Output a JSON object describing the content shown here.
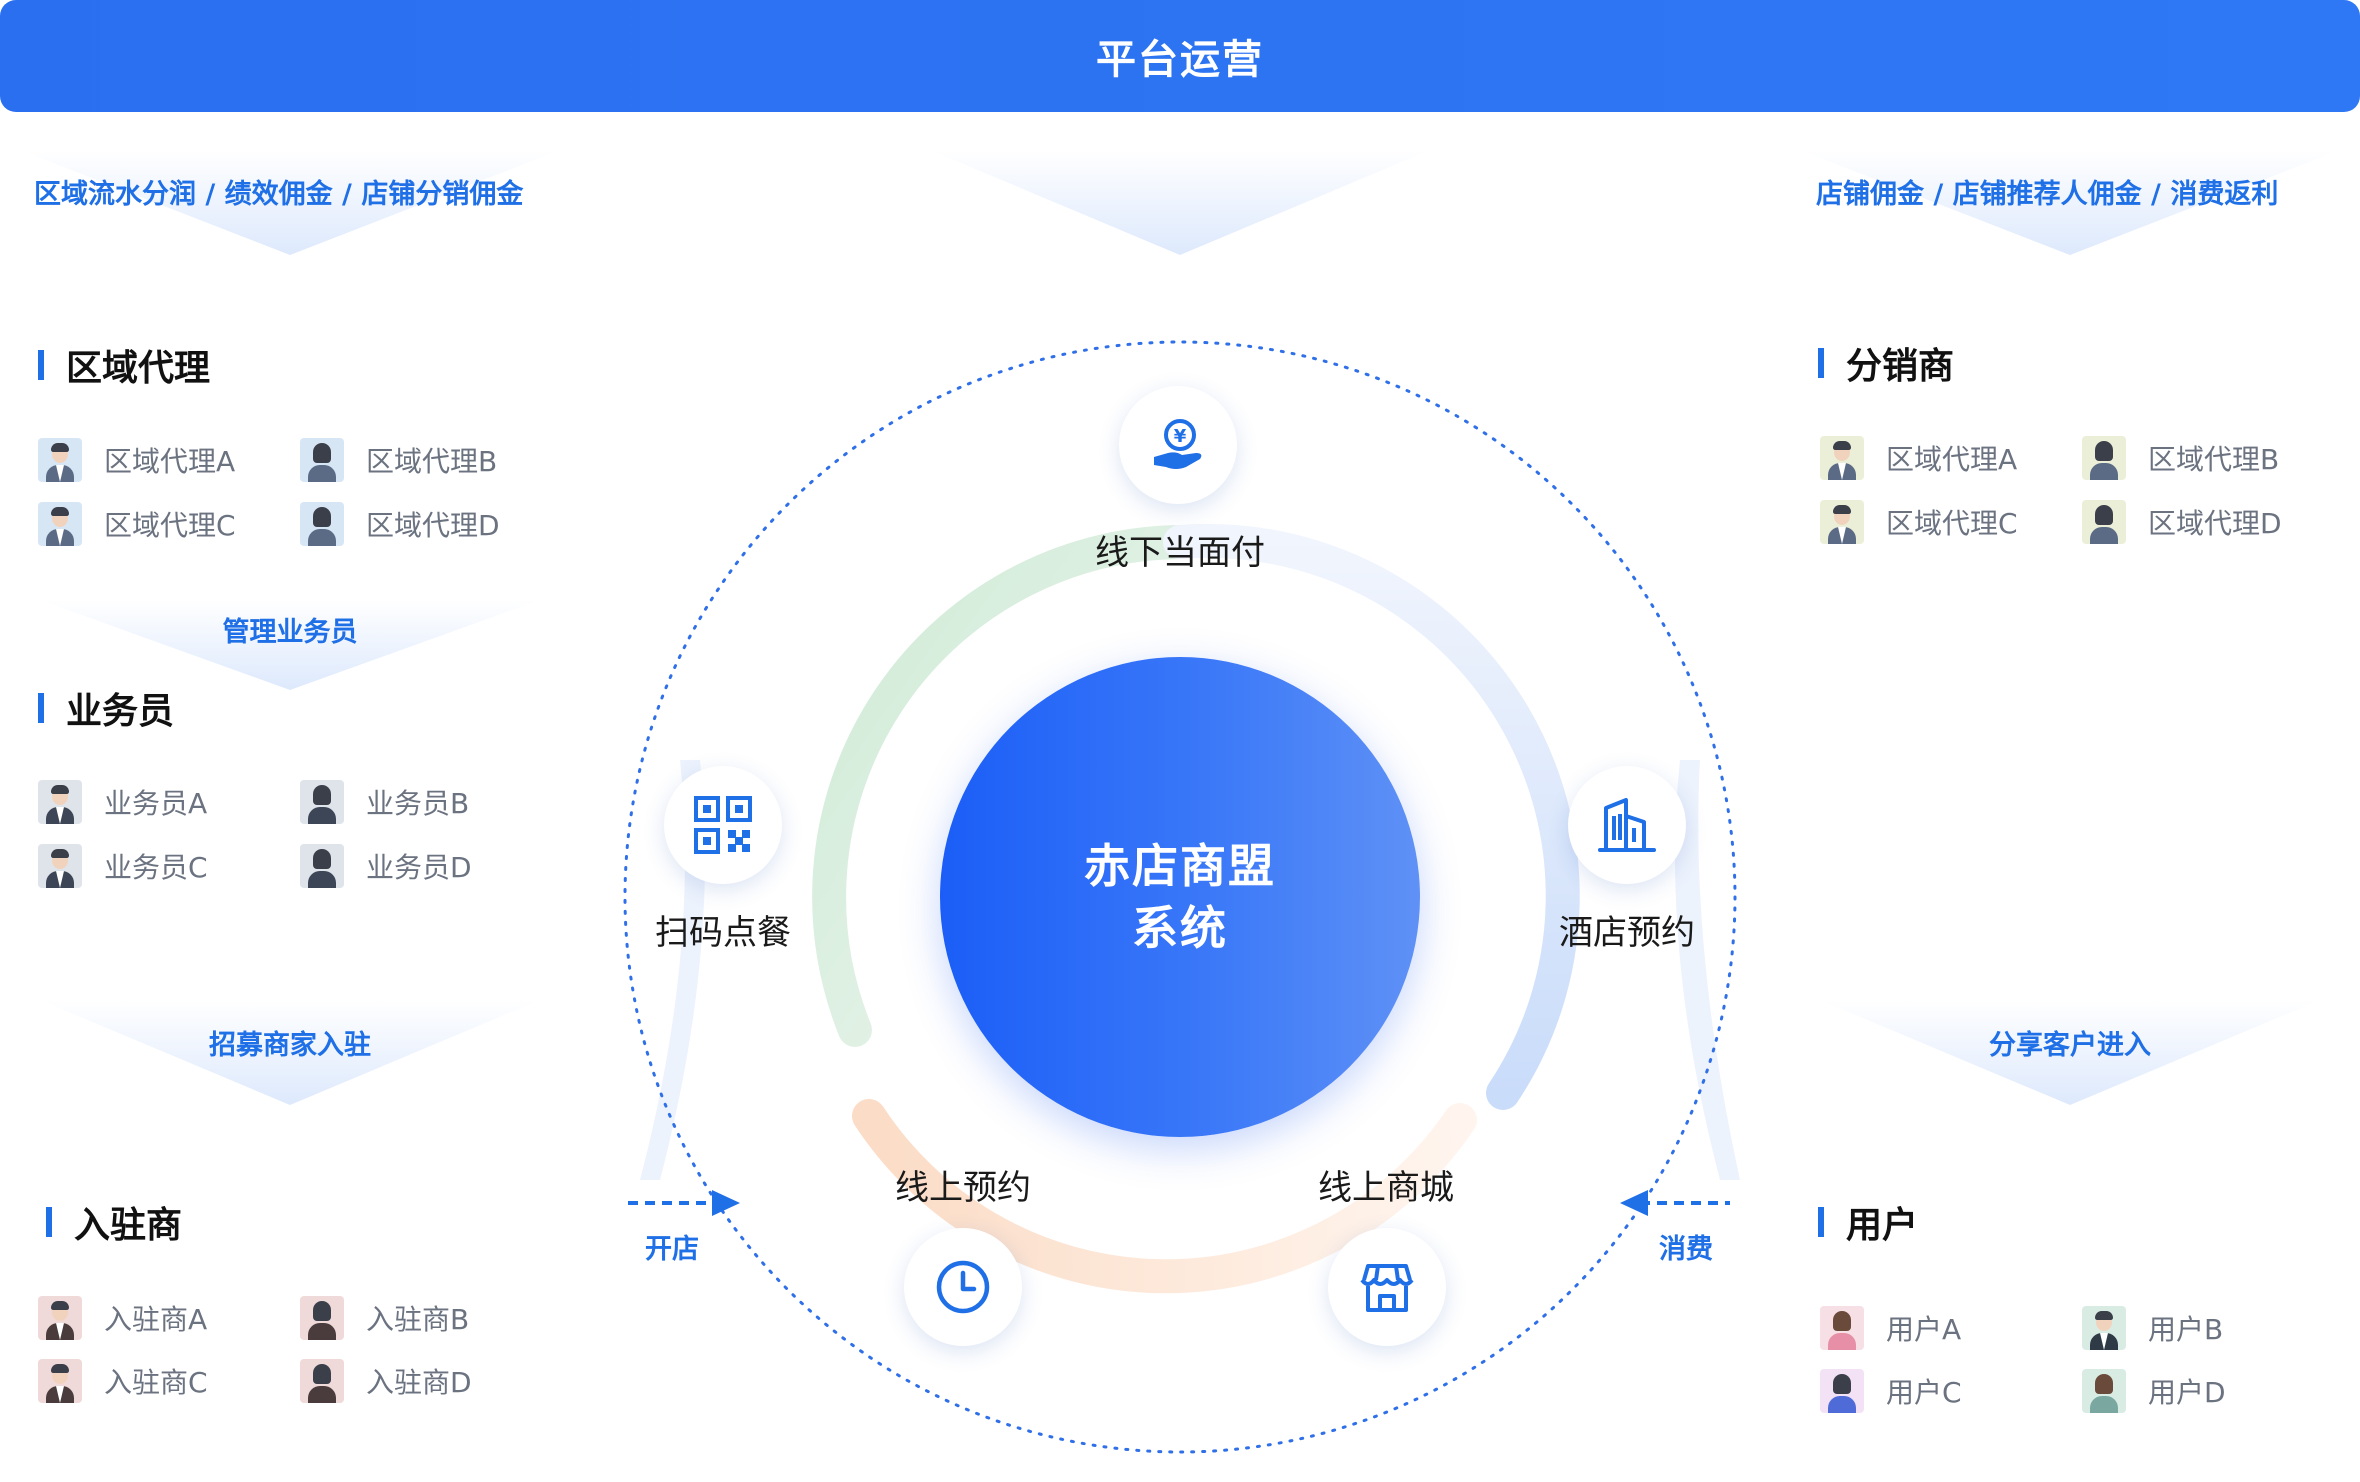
{
  "top_banner": {
    "title": "平台运营"
  },
  "top_flows": {
    "left": "区域流水分润 / 绩效佣金 / 店铺分销佣金",
    "right": "店铺佣金 / 店铺推荐人佣金 / 消费返利"
  },
  "left_column": {
    "regional_agents": {
      "title": "区域代理",
      "items": [
        {
          "label": "区域代理A",
          "avatar": "male"
        },
        {
          "label": "区域代理B",
          "avatar": "female"
        },
        {
          "label": "区域代理C",
          "avatar": "male"
        },
        {
          "label": "区域代理D",
          "avatar": "female"
        }
      ]
    },
    "flow_1": "管理业务员",
    "salespersons": {
      "title": "业务员",
      "items": [
        {
          "label": "业务员A",
          "avatar": "male"
        },
        {
          "label": "业务员B",
          "avatar": "female"
        },
        {
          "label": "业务员C",
          "avatar": "male"
        },
        {
          "label": "业务员D",
          "avatar": "female"
        }
      ]
    },
    "flow_2": "招募商家入驻",
    "merchants": {
      "title": "入驻商",
      "items": [
        {
          "label": "入驻商A",
          "avatar": "male"
        },
        {
          "label": "入驻商B",
          "avatar": "female"
        },
        {
          "label": "入驻商C",
          "avatar": "male"
        },
        {
          "label": "入驻商D",
          "avatar": "female"
        }
      ]
    }
  },
  "right_column": {
    "distributors": {
      "title": "分销商",
      "items": [
        {
          "label": "区域代理A",
          "avatar": "male"
        },
        {
          "label": "区域代理B",
          "avatar": "female"
        },
        {
          "label": "区域代理C",
          "avatar": "male"
        },
        {
          "label": "区域代理D",
          "avatar": "female"
        }
      ]
    },
    "flow_1": "分享客户进入",
    "users": {
      "title": "用户",
      "items": [
        {
          "label": "用户A",
          "avatar": "female"
        },
        {
          "label": "用户B",
          "avatar": "male"
        },
        {
          "label": "用户C",
          "avatar": "female"
        },
        {
          "label": "用户D",
          "avatar": "female"
        }
      ]
    }
  },
  "center": {
    "title_line1": "赤店商盟",
    "title_line2": "系统",
    "modules": {
      "offline_pay": {
        "label": "线下当面付",
        "icon": "yuan-hand-icon"
      },
      "scan_order": {
        "label": "扫码点餐",
        "icon": "qr-code-icon"
      },
      "hotel_booking": {
        "label": "酒店预约",
        "icon": "building-icon"
      },
      "online_booking": {
        "label": "线上预约",
        "icon": "clock-icon"
      },
      "online_mall": {
        "label": "线上商城",
        "icon": "store-icon"
      }
    },
    "open_store_label": "开店",
    "consume_label": "消费"
  },
  "colors": {
    "primary": "#1f6fe6",
    "banner": "#2a6ff0",
    "agent_avatar_bg": "#d6e6f5",
    "sales_avatar_bg": "#dfe3ea",
    "merchant_avatar_bg": "#efd9d9",
    "distributor_avatar_bg": "#ecefd8",
    "user_avatar_bg": "#f7dfe6"
  }
}
